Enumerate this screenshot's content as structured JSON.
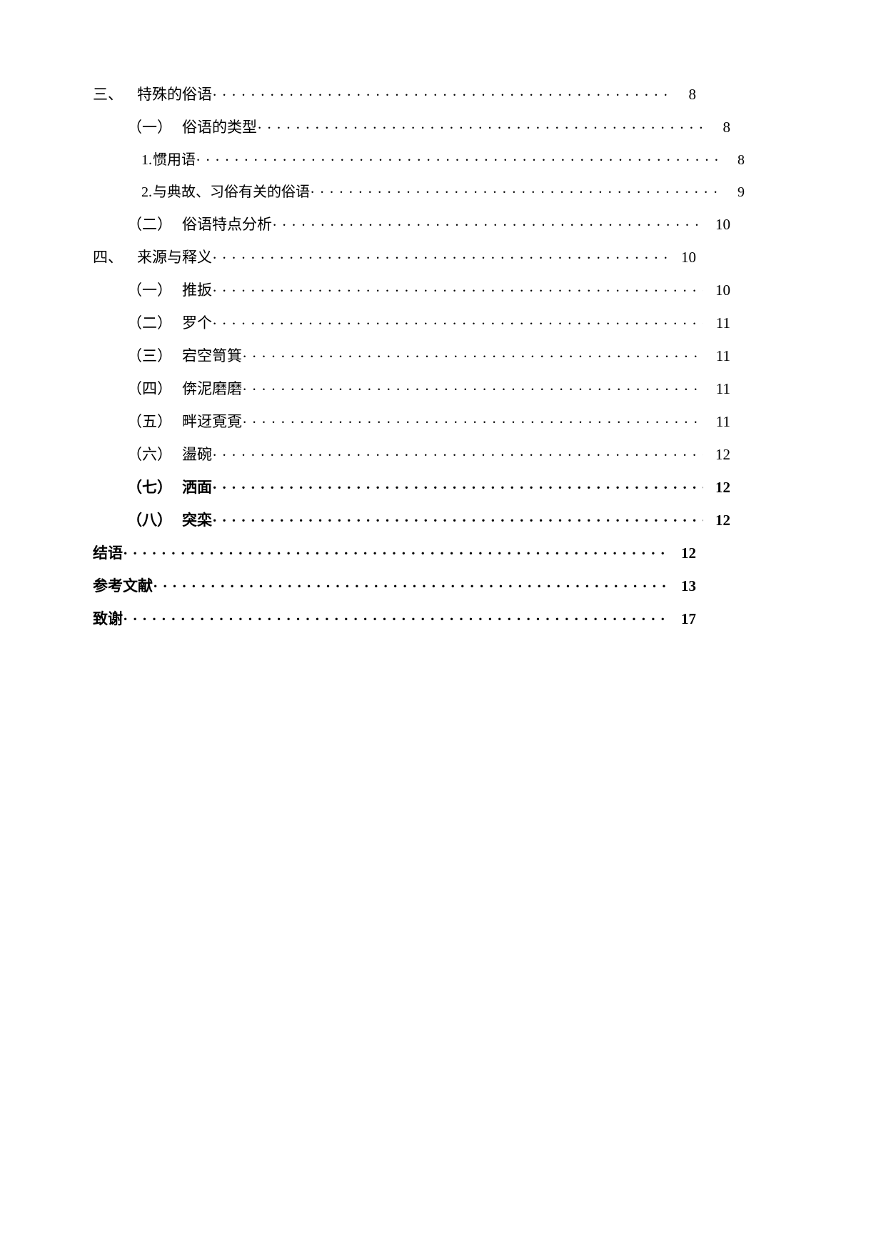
{
  "document": {
    "type": "table-of-contents",
    "page_background": "#ffffff",
    "text_color": "#000000"
  },
  "toc": {
    "entries": [
      {
        "num": "三、",
        "title": "特殊的俗语",
        "page": "8",
        "level": 0,
        "bold": false,
        "num_style": "wide"
      },
      {
        "num": "（一）",
        "title": "俗语的类型",
        "page": "8",
        "level": 1,
        "bold": false,
        "num_style": "paren"
      },
      {
        "num": "1.",
        "title": "惯用语",
        "page": "8",
        "level": 2,
        "bold": false,
        "num_style": "arabic"
      },
      {
        "num": "2.",
        "title": "与典故、习俗有关的俗语",
        "page": "9",
        "level": 2,
        "bold": false,
        "num_style": "arabic"
      },
      {
        "num": "（二）",
        "title": "俗语特点分析",
        "page": "10",
        "level": 1,
        "bold": false,
        "num_style": "paren"
      },
      {
        "num": "四、",
        "title": "来源与释义",
        "page": "10",
        "level": 0,
        "bold": false,
        "num_style": "wide"
      },
      {
        "num": "（一）",
        "title": "推扳",
        "page": "10",
        "level": 1,
        "bold": false,
        "num_style": "paren"
      },
      {
        "num": "（二）",
        "title": "罗个",
        "page": "11",
        "level": 1,
        "bold": false,
        "num_style": "paren"
      },
      {
        "num": "（三）",
        "title": "宕空笥箕",
        "page": "11",
        "level": 1,
        "bold": false,
        "num_style": "paren"
      },
      {
        "num": "（四）",
        "title": "倴泥磨磨",
        "page": "11",
        "level": 1,
        "bold": false,
        "num_style": "paren"
      },
      {
        "num": "（五）",
        "title": "畔迓覔覔",
        "page": "11",
        "level": 1,
        "bold": false,
        "num_style": "paren"
      },
      {
        "num": "（六）",
        "title": "盪碗",
        "page": "12",
        "level": 1,
        "bold": false,
        "num_style": "paren"
      },
      {
        "num": "（七）",
        "title": "洒面",
        "page": "12",
        "level": 1,
        "bold": true,
        "num_style": "paren"
      },
      {
        "num": "（八）",
        "title": "突栾",
        "page": "12",
        "level": 1,
        "bold": true,
        "num_style": "paren"
      },
      {
        "num": "",
        "title": "结语",
        "page": "12",
        "level": 3,
        "bold": true,
        "num_style": "none"
      },
      {
        "num": "",
        "title": "参考文献",
        "page": "13",
        "level": 3,
        "bold": true,
        "num_style": "none"
      },
      {
        "num": "",
        "title": "致谢",
        "page": "17",
        "level": 3,
        "bold": true,
        "num_style": "none"
      }
    ]
  }
}
